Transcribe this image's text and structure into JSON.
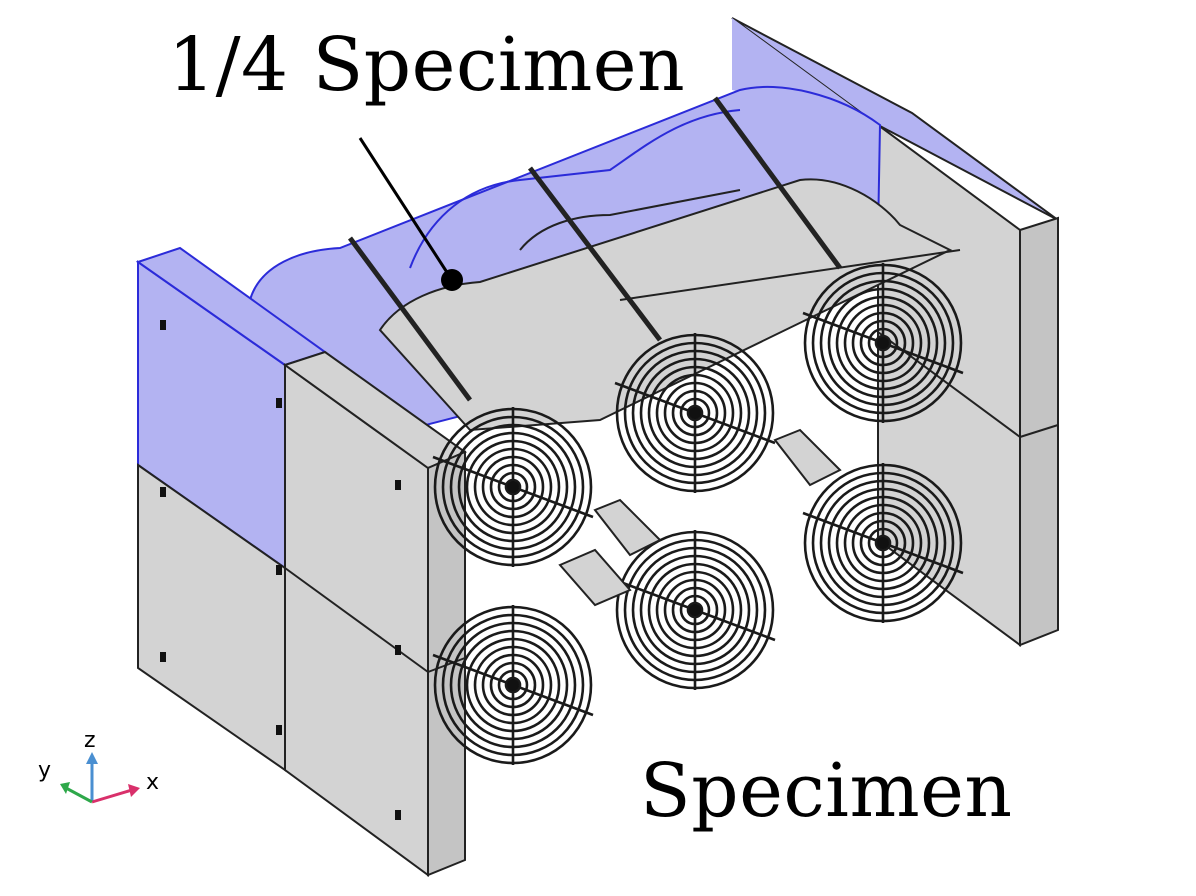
{
  "labels": {
    "quarter": "1/4 Specimen",
    "full": "Specimen"
  },
  "axes": {
    "x": "x",
    "y": "y",
    "z": "z"
  },
  "colors": {
    "panel_gray": "#d3d3d3",
    "panel_dark": "#bdbdbd",
    "highlight_blue": "#b3b3f2",
    "edge_blue": "#2b2bd9",
    "coil_black": "#1a1a1a",
    "axis_x": "#d9306b",
    "axis_y": "#2ea84a",
    "axis_z": "#4a8fd1"
  }
}
